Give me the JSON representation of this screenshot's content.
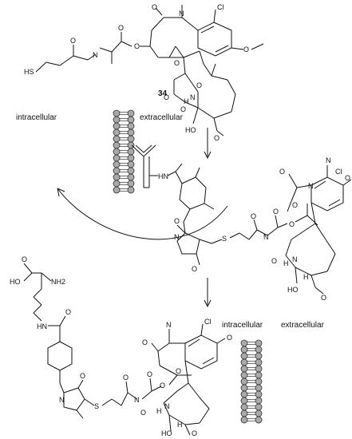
{
  "compound_label": "34",
  "region_labels": {
    "intracellular_1": "intracellular",
    "extracellular_1": "extracellular",
    "intracellular_2": "intracellular",
    "extracellular_2": "extracellular"
  },
  "atoms": {
    "top": [
      "N",
      "Cl",
      "O",
      "O",
      "N",
      "O",
      "O",
      "HS",
      "O",
      "O",
      "O",
      "N",
      "O",
      "HO",
      "H",
      "O",
      "O"
    ],
    "middle": [
      "N",
      "Cl",
      "O",
      "O",
      "O",
      "N",
      "O",
      "S",
      "O",
      "N",
      "O",
      "O",
      "H",
      "N",
      "O",
      "HO",
      "H",
      "N",
      "O",
      "O"
    ],
    "bottom": [
      "O",
      "HO",
      "NH2",
      "HN",
      "O",
      "N",
      "Cl",
      "O",
      "O",
      "O",
      "N",
      "O",
      "S",
      "O",
      "N",
      "O",
      "O",
      "H",
      "N",
      "O",
      "HO",
      "H",
      "O"
    ]
  },
  "colors": {
    "ink": "#111111",
    "membrane_head": "#a9a9a9"
  }
}
